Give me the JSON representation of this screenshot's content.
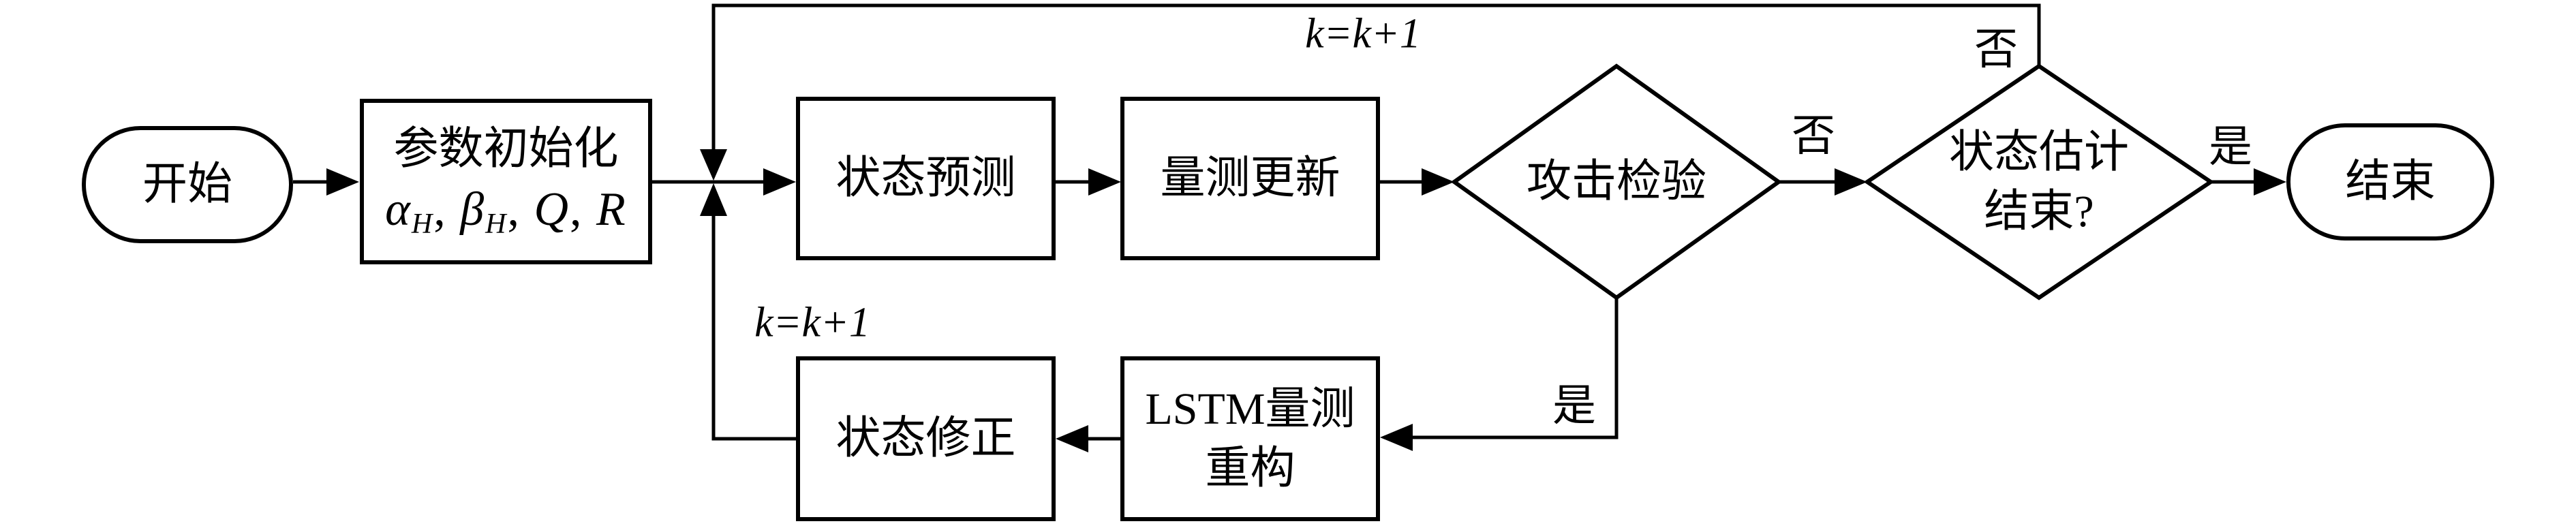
{
  "diagram": {
    "colors": {
      "stroke": "#000000",
      "background": "#ffffff"
    },
    "nodes": {
      "start": {
        "label": "开始"
      },
      "init": {
        "line1": "参数初始化",
        "alpha": "α",
        "alpha_sub": "H",
        "comma1": ", ",
        "beta": "β",
        "beta_sub": "H",
        "comma2": ", ",
        "q": "Q",
        "comma3": ", ",
        "r": "R"
      },
      "predict": {
        "label": "状态预测"
      },
      "update": {
        "label": "量测更新"
      },
      "check": {
        "label": "攻击检验"
      },
      "finish_check": {
        "line1": "状态估计",
        "line2": "结束?"
      },
      "end": {
        "label": "结束"
      },
      "lstm": {
        "line1": "LSTM量测",
        "line2": "重构"
      },
      "correct": {
        "label": "状态修正"
      }
    },
    "edge_labels": {
      "k_top": "k=k+1",
      "k_left": "k=k+1",
      "no_top": "否",
      "no_mid": "否",
      "yes_right": "是",
      "yes_down": "是"
    }
  }
}
